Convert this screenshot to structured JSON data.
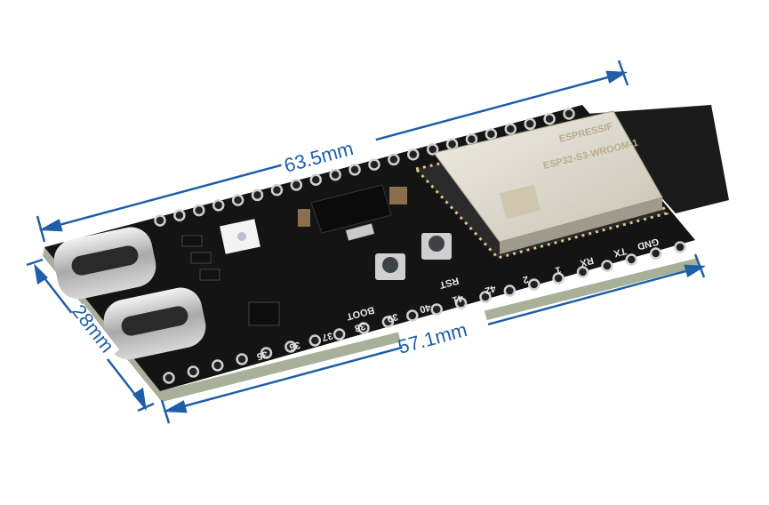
{
  "dimensions": {
    "length_overall": "63.5mm",
    "width": "28mm",
    "length_board": "57.1mm"
  },
  "board": {
    "buttons": [
      "BOOT",
      "RST"
    ],
    "module_brand": "ESPRESSIF",
    "module_model": "ESP32-S3-WROOM-1",
    "pin_labels_bottom": [
      "35",
      "36",
      "37",
      "38",
      "39",
      "40",
      "41",
      "42",
      "2",
      "1",
      "RX",
      "TX",
      "GND"
    ]
  },
  "colors": {
    "dimension_line": "#1f5fa8",
    "pcb": "#141414",
    "module_shield": "#d8d3c6"
  }
}
